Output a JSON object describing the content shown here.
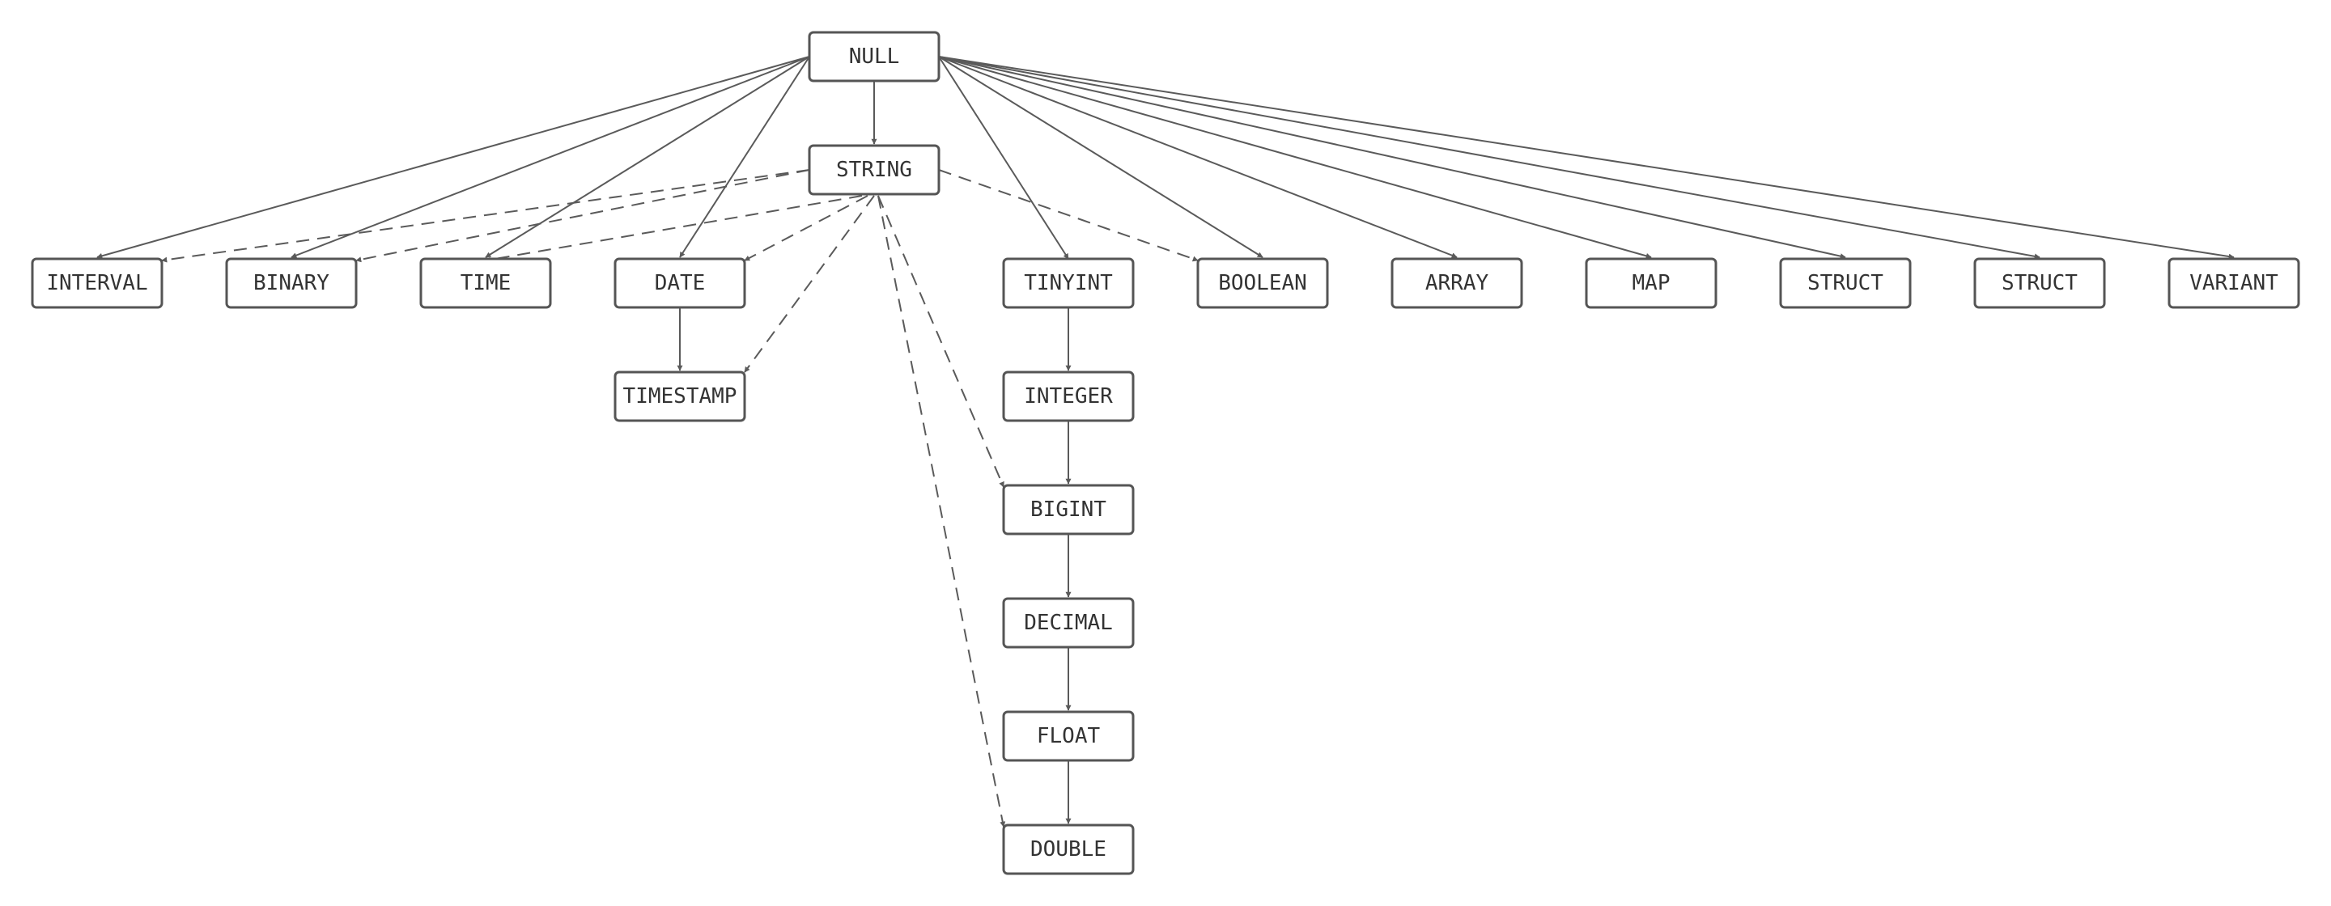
{
  "colors": {
    "stroke": "#555555",
    "text": "#333333",
    "background": "#ffffff"
  },
  "nodes": [
    {
      "id": "null",
      "label": "NULL"
    },
    {
      "id": "string",
      "label": "STRING"
    },
    {
      "id": "interval",
      "label": "INTERVAL"
    },
    {
      "id": "binary",
      "label": "BINARY"
    },
    {
      "id": "time",
      "label": "TIME"
    },
    {
      "id": "date",
      "label": "DATE"
    },
    {
      "id": "timestamp",
      "label": "TIMESTAMP"
    },
    {
      "id": "tinyint",
      "label": "TINYINT"
    },
    {
      "id": "integer",
      "label": "INTEGER"
    },
    {
      "id": "bigint",
      "label": "BIGINT"
    },
    {
      "id": "decimal",
      "label": "DECIMAL"
    },
    {
      "id": "float",
      "label": "FLOAT"
    },
    {
      "id": "double",
      "label": "DOUBLE"
    },
    {
      "id": "boolean",
      "label": "BOOLEAN"
    },
    {
      "id": "array",
      "label": "ARRAY"
    },
    {
      "id": "map",
      "label": "MAP"
    },
    {
      "id": "struct1",
      "label": "STRUCT"
    },
    {
      "id": "struct2",
      "label": "STRUCT"
    },
    {
      "id": "variant",
      "label": "VARIANT"
    }
  ],
  "edges": [
    {
      "from": "null",
      "to": "string",
      "style": "solid"
    },
    {
      "from": "null",
      "to": "interval",
      "style": "solid"
    },
    {
      "from": "null",
      "to": "binary",
      "style": "solid"
    },
    {
      "from": "null",
      "to": "time",
      "style": "solid"
    },
    {
      "from": "null",
      "to": "date",
      "style": "solid"
    },
    {
      "from": "null",
      "to": "tinyint",
      "style": "solid"
    },
    {
      "from": "null",
      "to": "boolean",
      "style": "solid"
    },
    {
      "from": "null",
      "to": "array",
      "style": "solid"
    },
    {
      "from": "null",
      "to": "map",
      "style": "solid"
    },
    {
      "from": "null",
      "to": "struct1",
      "style": "solid"
    },
    {
      "from": "null",
      "to": "struct2",
      "style": "solid"
    },
    {
      "from": "null",
      "to": "variant",
      "style": "solid"
    },
    {
      "from": "string",
      "to": "interval",
      "style": "dashed"
    },
    {
      "from": "string",
      "to": "binary",
      "style": "dashed"
    },
    {
      "from": "string",
      "to": "time",
      "style": "dashed"
    },
    {
      "from": "string",
      "to": "date",
      "style": "dashed"
    },
    {
      "from": "string",
      "to": "timestamp",
      "style": "dashed"
    },
    {
      "from": "string",
      "to": "bigint",
      "style": "dashed"
    },
    {
      "from": "string",
      "to": "double",
      "style": "dashed"
    },
    {
      "from": "string",
      "to": "boolean",
      "style": "dashed"
    },
    {
      "from": "date",
      "to": "timestamp",
      "style": "solid"
    },
    {
      "from": "tinyint",
      "to": "integer",
      "style": "solid"
    },
    {
      "from": "integer",
      "to": "bigint",
      "style": "solid"
    },
    {
      "from": "bigint",
      "to": "decimal",
      "style": "solid"
    },
    {
      "from": "decimal",
      "to": "float",
      "style": "solid"
    },
    {
      "from": "float",
      "to": "double",
      "style": "solid"
    }
  ]
}
